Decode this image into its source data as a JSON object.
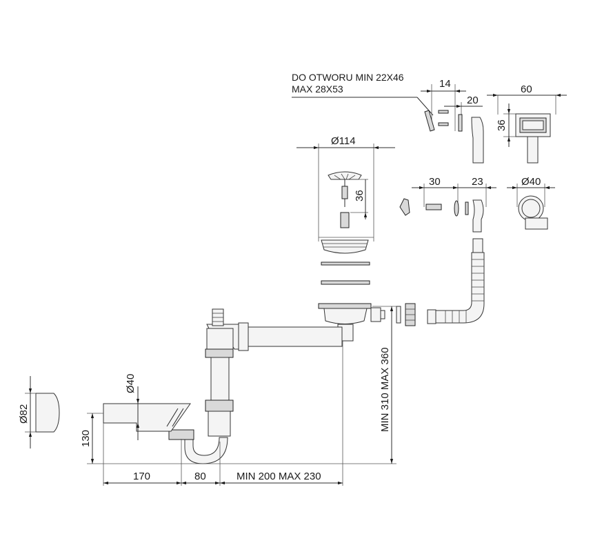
{
  "labels": {
    "overflow_note_line1": "DO OTWORU MIN 22X46",
    "overflow_note_line2": "MAX 28X53",
    "dim_14": "14",
    "dim_20": "20",
    "dim_60": "60",
    "dim_36_overflow": "36",
    "dim_114": "Ø114",
    "dim_36_strainer": "36",
    "dim_30": "30",
    "dim_23": "23",
    "dim_40_connector": "Ø40",
    "dim_82": "Ø82",
    "dim_40_pipe": "Ø40",
    "dim_130": "130",
    "dim_170": "170",
    "dim_80": "80",
    "dim_min_max_horizontal": "MIN 200 MAX 230",
    "dim_min_max_vertical": "MIN 310 MAX 360"
  }
}
